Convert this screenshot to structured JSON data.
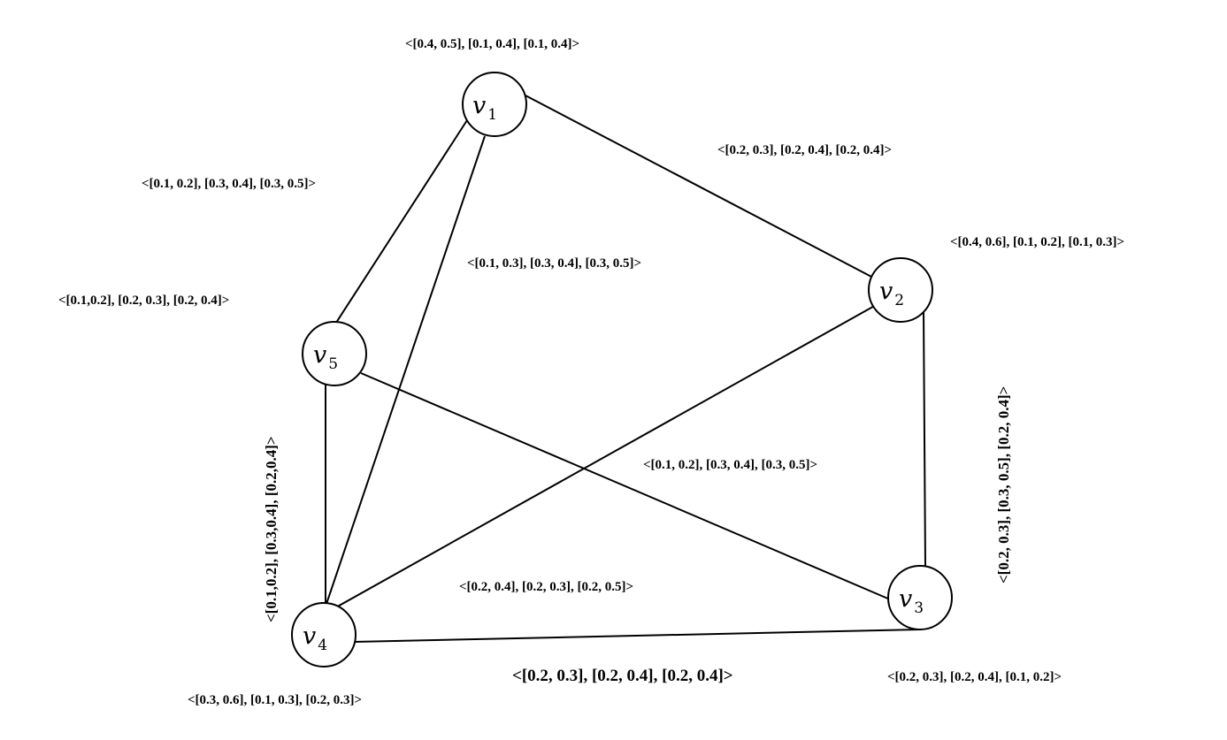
{
  "nodes": [
    {
      "id": "v1",
      "name": "v",
      "sub": "1",
      "label": "<[0.4, 0.5], [0.1, 0.4], [0.1, 0.4]>"
    },
    {
      "id": "v2",
      "name": "v",
      "sub": "2",
      "label": "<[0.4, 0.6], [0.1, 0.2], [0.1, 0.3]>"
    },
    {
      "id": "v3",
      "name": "v",
      "sub": "3",
      "label": "<[0.2, 0.3], [0.2, 0.4], [0.1, 0.2]>"
    },
    {
      "id": "v4",
      "name": "v",
      "sub": "4",
      "label": "<[0.3, 0.6], [0.1, 0.3], [0.2, 0.3]>"
    },
    {
      "id": "v5",
      "name": "v",
      "sub": "5",
      "label": "<[0.1,0.2], [0.2, 0.3], [0.2, 0.4]>"
    }
  ],
  "edges": [
    {
      "from": "v1",
      "to": "v2",
      "label": "<[0.2, 0.3], [0.2, 0.4], [0.2, 0.4]>"
    },
    {
      "from": "v1",
      "to": "v5",
      "label": "<[0.1, 0.2], [0.3, 0.4], [0.3, 0.5]>"
    },
    {
      "from": "v1",
      "to": "v4",
      "label": "<[0.1, 0.3], [0.3, 0.4], [0.3, 0.5]>"
    },
    {
      "from": "v2",
      "to": "v3",
      "label": "<[0.2, 0.3], [0.3, 0.5], [0.2, 0.4]>"
    },
    {
      "from": "v2",
      "to": "v4",
      "label": "<[0.2, 0.4], [0.2, 0.3], [0.2, 0.5]>"
    },
    {
      "from": "v5",
      "to": "v3",
      "label": "<[0.1, 0.2], [0.3, 0.4], [0.3, 0.5]>"
    },
    {
      "from": "v5",
      "to": "v4",
      "label": "<[0.1,0.2], [0.3,0.4], [0.2,0.4]>"
    },
    {
      "from": "v4",
      "to": "v3",
      "label": "<[0.2, 0.3], [0.2, 0.4], [0.2, 0.4]>"
    }
  ]
}
